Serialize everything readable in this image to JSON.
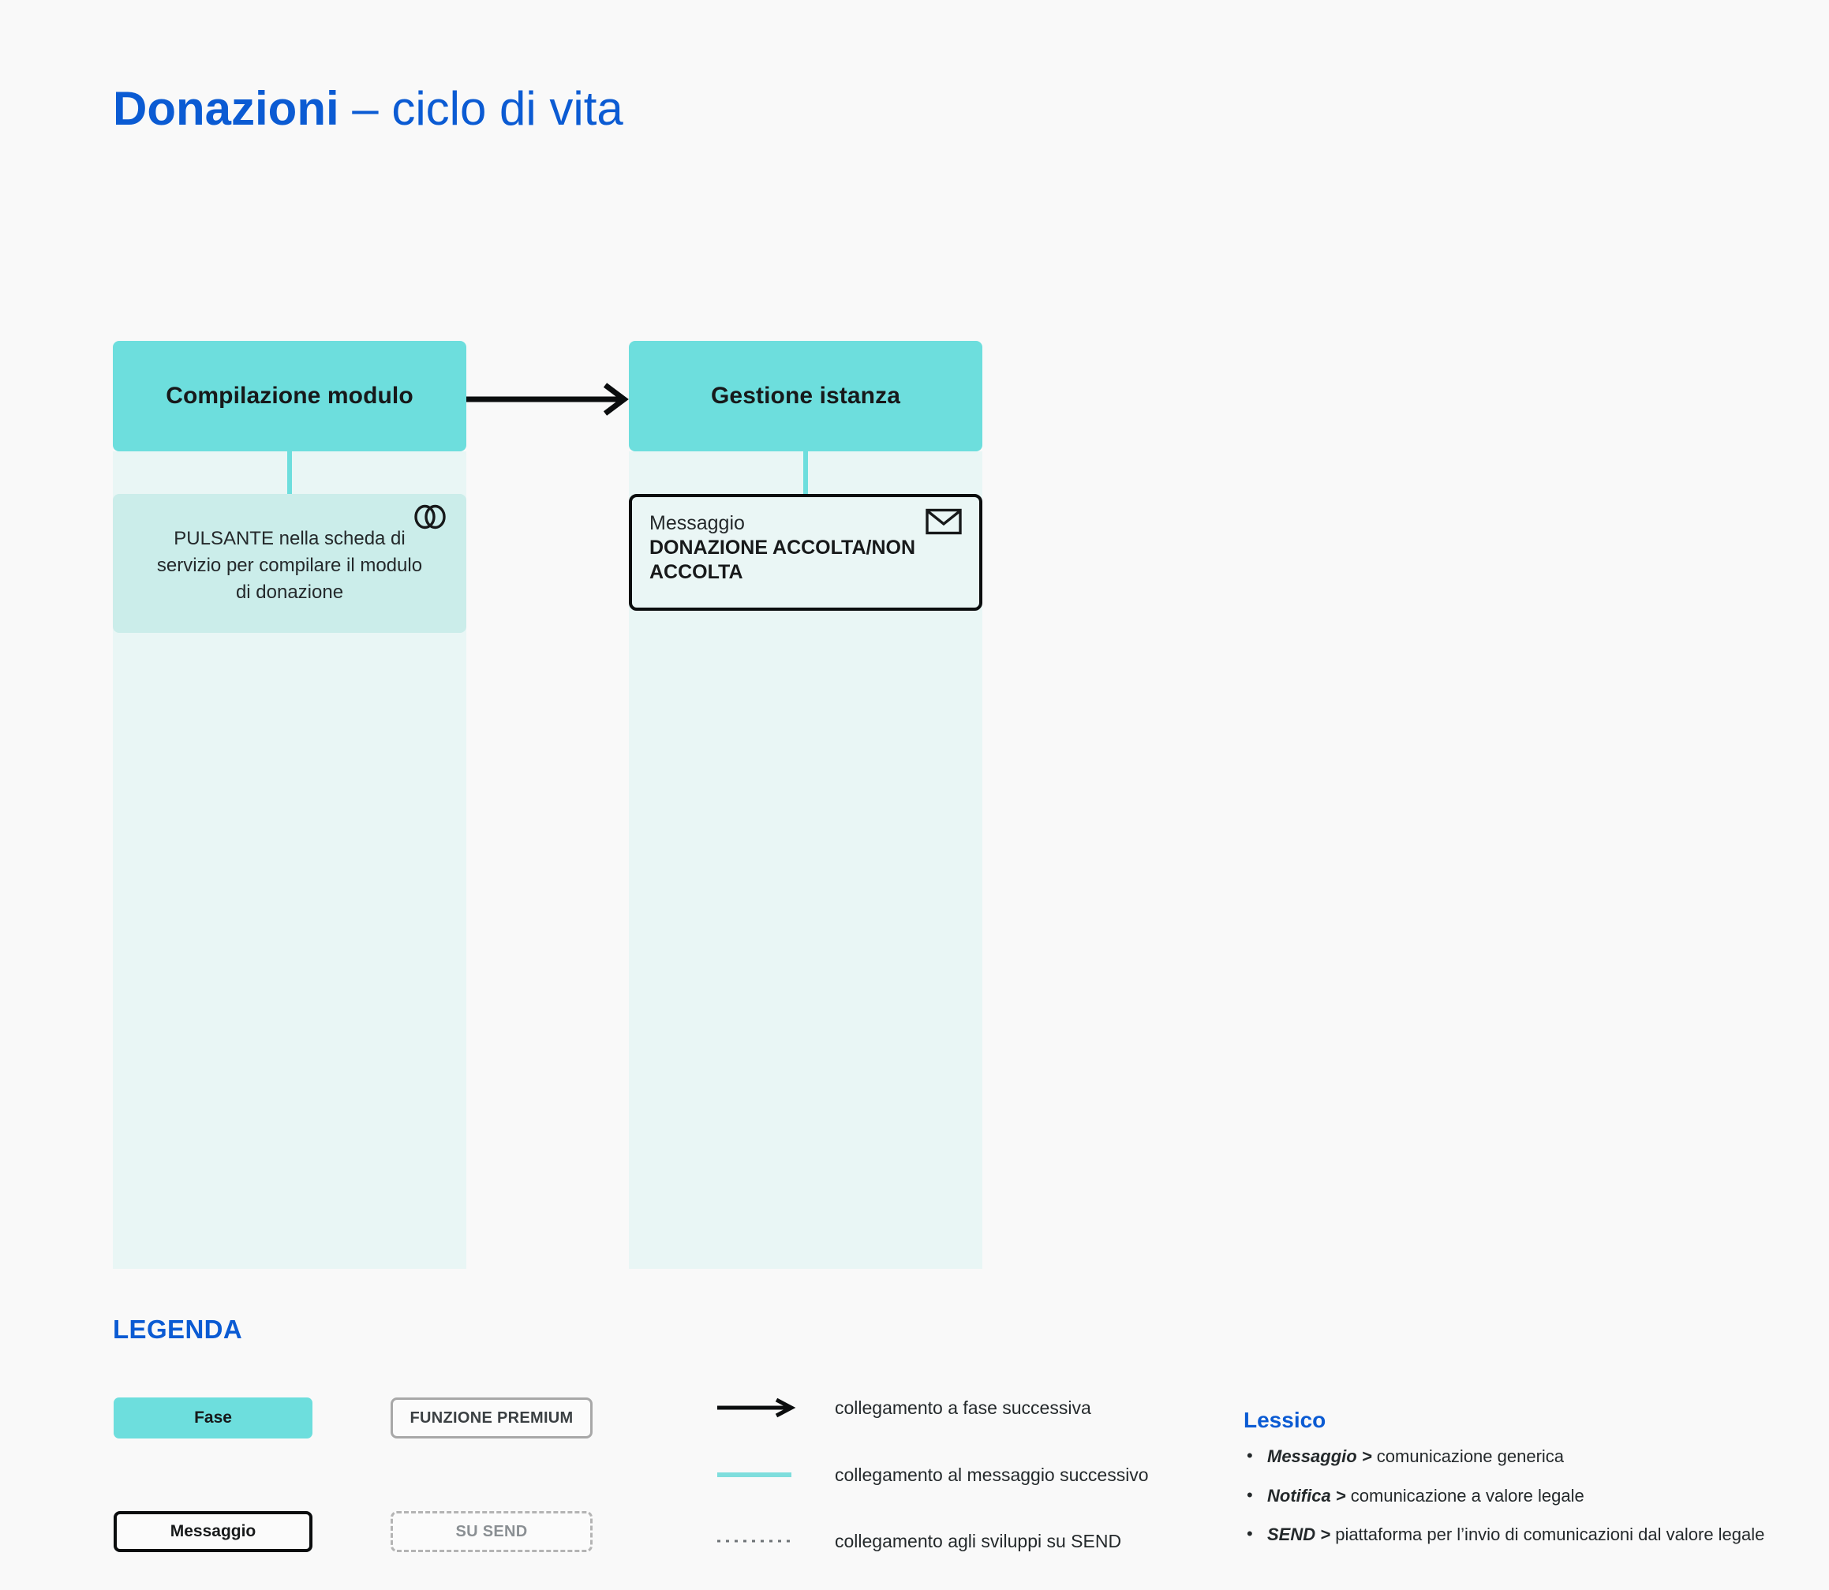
{
  "title": {
    "strong": "Donazioni",
    "rest": " – ciclo di vita"
  },
  "colors": {
    "page_bg": "#f9f9f9",
    "accent_blue": "#0b5bd3",
    "phase_teal": "#6ddedd",
    "column_bg": "#e9f6f5",
    "card_premium_bg": "#cbedea",
    "card_message_bg": "#eaf6f5",
    "ink": "#17191a"
  },
  "columns": [
    {
      "phase_label": "Compilazione modulo",
      "card": {
        "type": "premium-step",
        "icon": "link-icon",
        "text": "PULSANTE nella scheda di servizio per compilare il modulo di donazione"
      }
    },
    {
      "phase_label": "Gestione istanza",
      "card": {
        "type": "message",
        "icon": "mail-icon",
        "kind": "Messaggio",
        "title": "DONAZIONE ACCOLTA/NON ACCOLTA"
      }
    }
  ],
  "arrow": {
    "icon": "arrow-right-icon"
  },
  "legend": {
    "title": "LEGENDA",
    "chips": [
      {
        "id": "fase",
        "label": "Fase"
      },
      {
        "id": "premium",
        "label": "FUNZIONE PREMIUM"
      },
      {
        "id": "messaggio",
        "label": "Messaggio"
      },
      {
        "id": "send",
        "label": "SU SEND"
      }
    ],
    "lines": [
      {
        "style": "arrow-solid-black",
        "label": "collegamento a fase successiva"
      },
      {
        "style": "solid-teal",
        "label": "collegamento al messaggio successivo"
      },
      {
        "style": "dotted-gray",
        "label": "collegamento agli sviluppi su SEND"
      }
    ]
  },
  "lessico": {
    "title": "Lessico",
    "items": [
      {
        "term": "Messaggio",
        "sep": " > ",
        "definition": "comunicazione generica"
      },
      {
        "term": "Notifica",
        "sep": " > ",
        "definition": "comunicazione a valore legale"
      },
      {
        "term": "SEND",
        "sep": " > ",
        "definition": "piattaforma per  l’invio di comunicazioni dal valore legale"
      }
    ]
  }
}
